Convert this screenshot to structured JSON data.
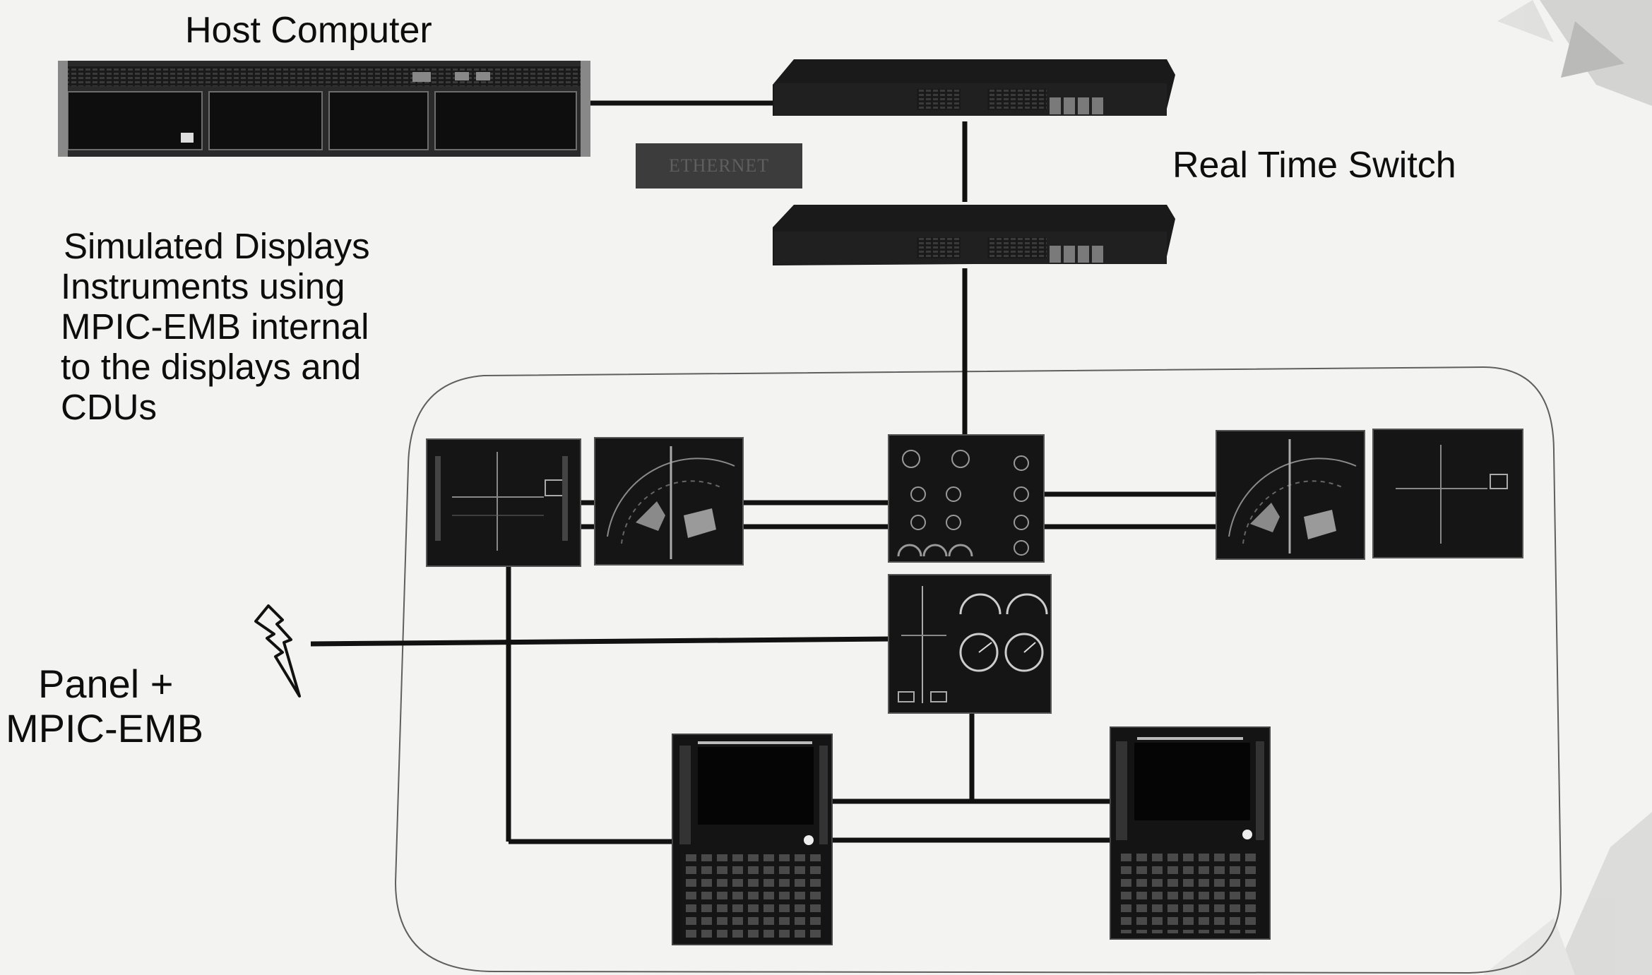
{
  "labels": {
    "host_computer": "Host Computer",
    "real_time_switch": "Real Time Switch",
    "simulated_displays": [
      "Simulated Displays",
      "Instruments using",
      "MPIC-EMB internal",
      "to the displays and",
      "CDUs"
    ],
    "panel": [
      "Panel +",
      "MPIC-EMB"
    ],
    "ethernet_tag": "ETHERNET"
  },
  "colors": {
    "background": "#f3f3f1",
    "device": "#141414",
    "line": "#111111",
    "enclosure": "#6a6a6a"
  },
  "icons": {
    "panel_link": "lightning-bolt-icon"
  }
}
